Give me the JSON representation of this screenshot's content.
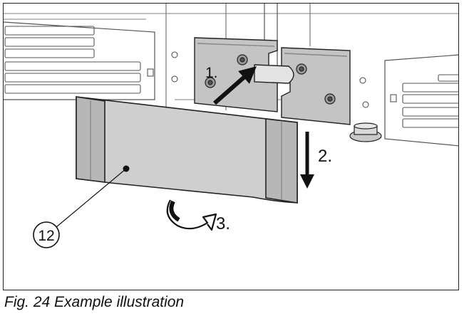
{
  "figure": {
    "caption": "Fig. 24 Example illustration",
    "steps": [
      {
        "label": "1.",
        "icon": "push-arrow-icon"
      },
      {
        "label": "2.",
        "icon": "down-arrow-icon"
      },
      {
        "label": "3.",
        "icon": "rotate-arrow-icon"
      }
    ],
    "callout": {
      "number": "12"
    }
  },
  "colors": {
    "line": "#222222",
    "panel_fill": "#cfcfcf",
    "panel_shade": "#b7b7b7",
    "bracket_fill": "#c4c4c4",
    "background": "#ffffff"
  }
}
